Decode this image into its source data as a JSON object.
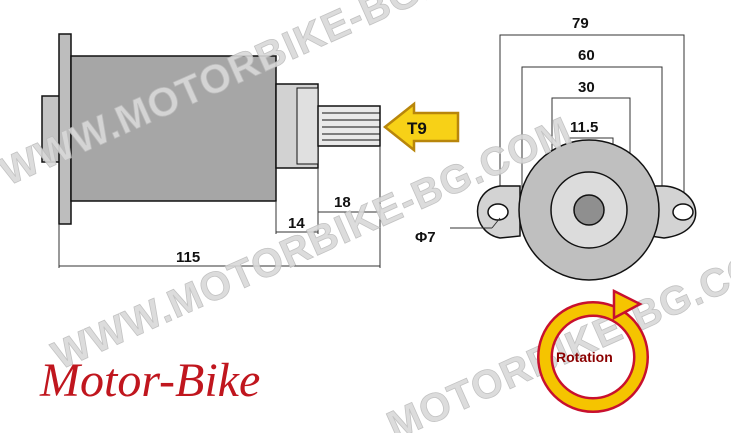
{
  "dimensions": {
    "d79": "79",
    "d60": "60",
    "d30": "30",
    "d11_5": "11.5",
    "d18": "18",
    "d14": "14",
    "d115": "115",
    "phi7": "Φ7",
    "teeth": "T9"
  },
  "watermark": {
    "line1": "WWW.MOTORBIKE-BG.COM",
    "line2": "WWW.MOTORBIKE-BG.COM",
    "line3": "MOTORBIKE-BG.COM"
  },
  "brand": {
    "logo_text": "Motor-Bike",
    "logo_color": "#c0161e"
  },
  "rotation": {
    "label": "Rotation",
    "ring_color": "#f5c400",
    "outline_color": "#c8102e"
  },
  "colors": {
    "motor_body": "#a6a6a6",
    "shaft": "#e9e9e9",
    "arrow_fill": "#f7d117"
  }
}
